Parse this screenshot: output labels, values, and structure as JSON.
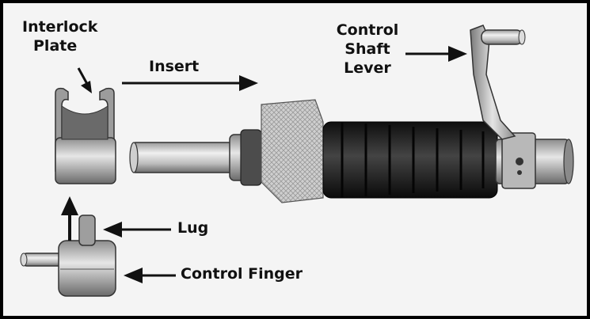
{
  "labels": {
    "interlock_line1": "Interlock",
    "interlock_line2": "Plate",
    "insert": "Insert",
    "control_line1": "Control",
    "control_line2": "Shaft",
    "control_line3": "Lever",
    "lug": "Lug",
    "control_finger": "Control Finger"
  },
  "colors": {
    "ink": "#111111",
    "metal_light": "#d8d8d8",
    "metal_mid": "#a6a6a6",
    "metal_dark": "#5a5a5a",
    "boot": "#1e1e1e"
  }
}
